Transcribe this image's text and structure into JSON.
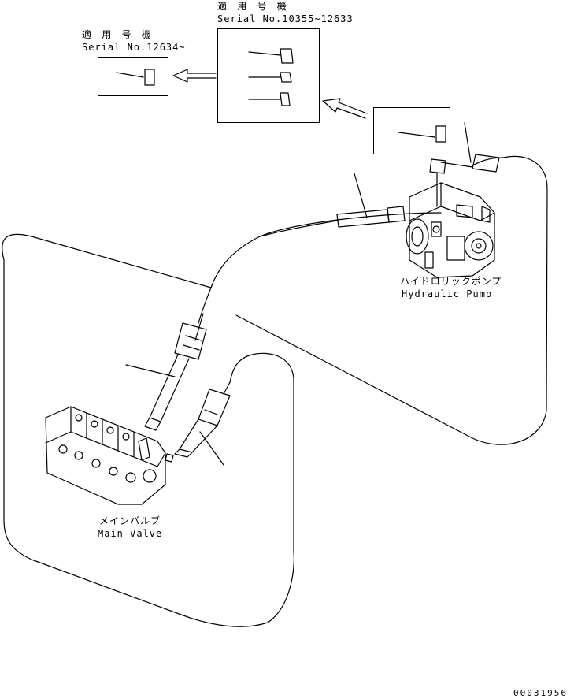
{
  "labels": {
    "serial_new_jp": "適 用 号 機",
    "serial_new": "Serial No.12634~",
    "serial_old_jp": "適 用 号 機",
    "serial_old": "Serial No.10355~12633",
    "pump_jp": "ハイドロリックポンプ",
    "pump_en": "Hydraulic Pump",
    "valve_jp": "メインバルブ",
    "valve_en": "Main Valve",
    "drawing_number": "00031956"
  },
  "colors": {
    "line": "#000000",
    "background": "#ffffff"
  }
}
